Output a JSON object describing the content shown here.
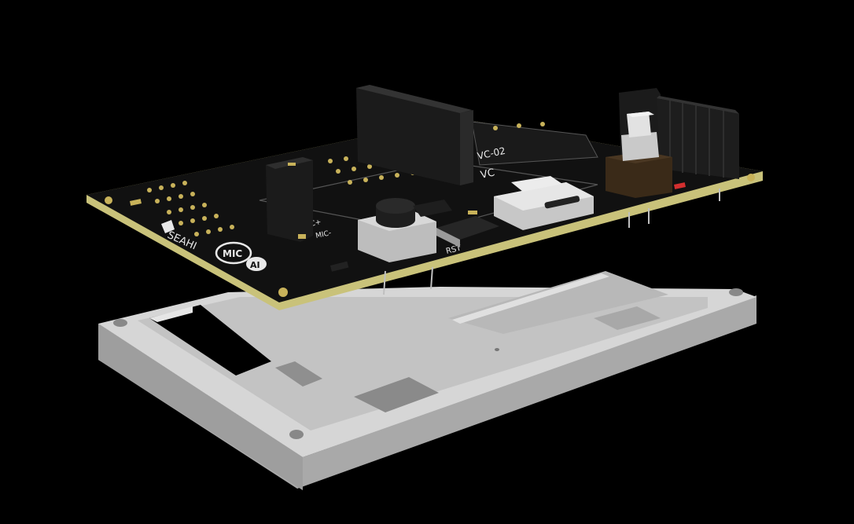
{
  "scene": {
    "description_labels": {
      "brand": "SEAHI",
      "mic": "MIC",
      "ai": "AI",
      "module": "VC-02",
      "rst": "RST",
      "vc_mark": "VC",
      "mic_pins": "MIC-",
      "mic_pins2": "MIC+"
    },
    "colors": {
      "background": "#000000",
      "pcb": "#121212",
      "pcb_edge": "#c9c27a",
      "case_top": "#d8d8d8",
      "case_side": "#b3b3b3",
      "header": "#1b1b1b",
      "gold": "#c8b25a"
    }
  }
}
